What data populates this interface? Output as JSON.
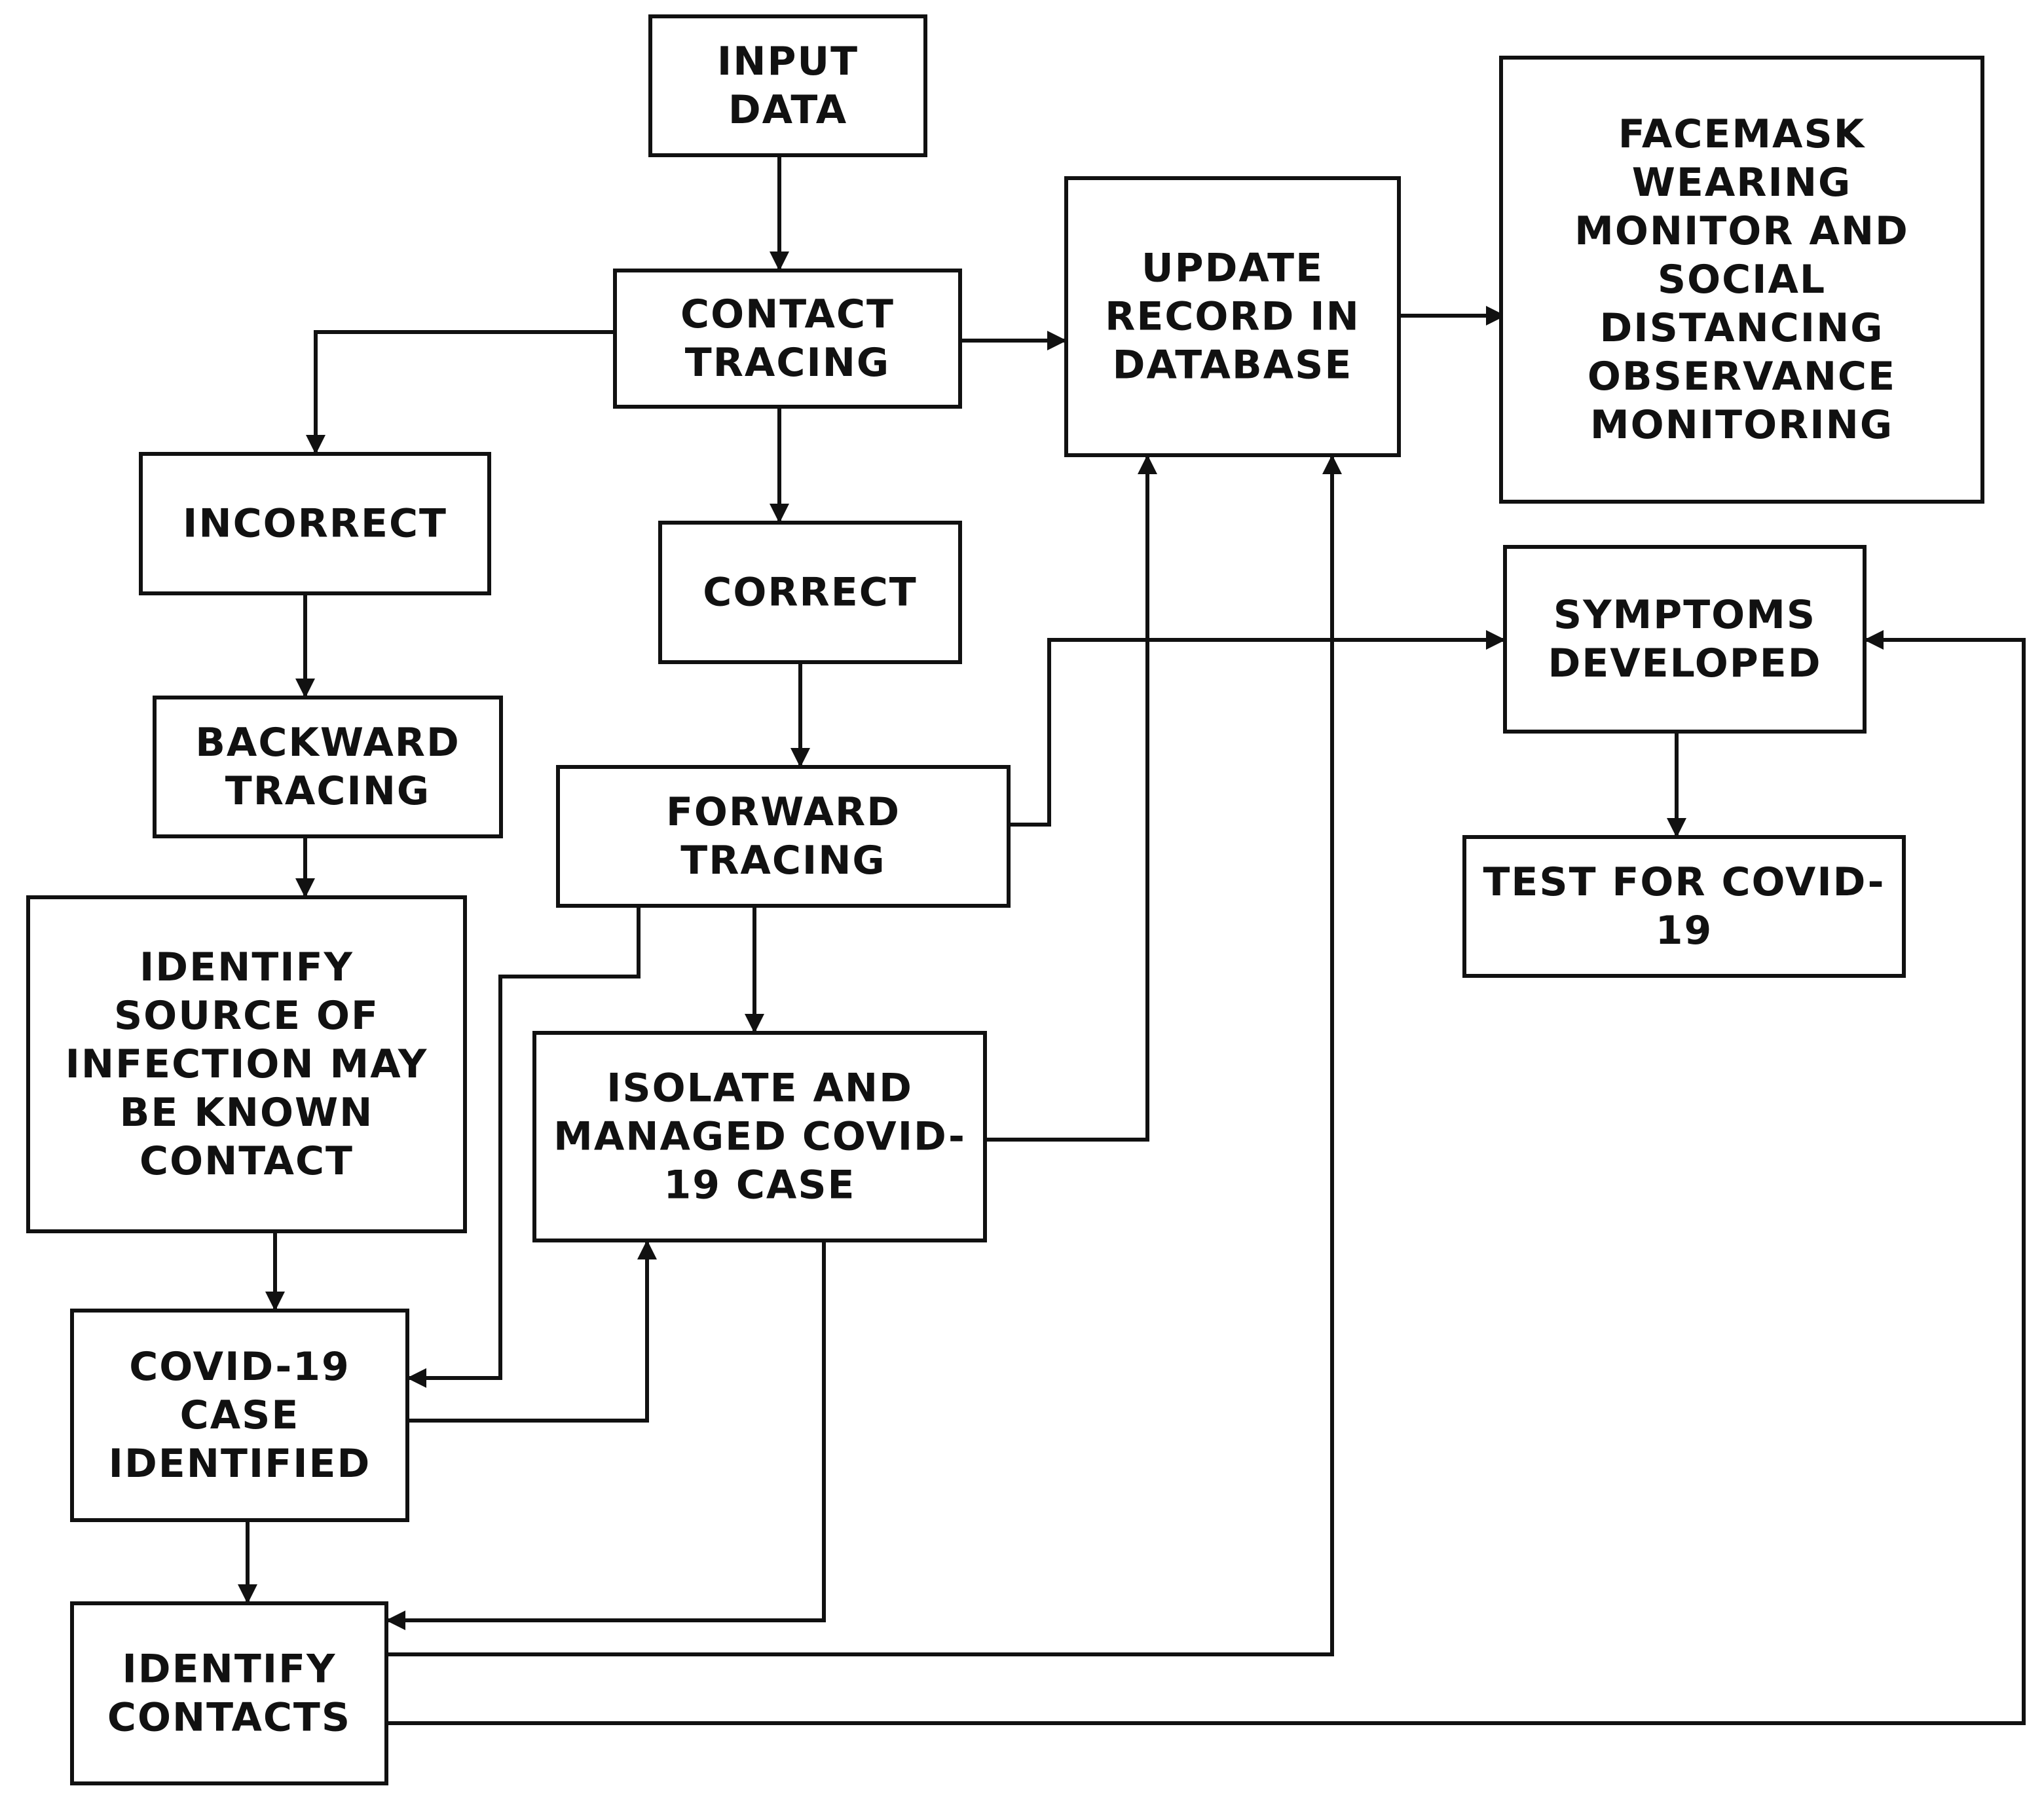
{
  "colors": {
    "line": "#111111",
    "box_fill": "#ffffff",
    "text": "#111111"
  },
  "nodes": {
    "input_data": [
      "INPUT",
      "DATA"
    ],
    "contact_tracing": [
      "CONTACT",
      "TRACING"
    ],
    "update_record": [
      "UPDATE",
      "RECORD IN",
      "DATABASE"
    ],
    "facemask_monitor": [
      "FACEMASK",
      "WEARING",
      "MONITOR AND",
      "SOCIAL",
      "DISTANCING",
      "OBSERVANCE",
      "MONITORING"
    ],
    "incorrect": [
      "INCORRECT"
    ],
    "correct": [
      "CORRECT"
    ],
    "symptoms_developed": [
      "SYMPTOMS",
      "DEVELOPED"
    ],
    "backward_tracing": [
      "BACKWARD",
      "TRACING"
    ],
    "forward_tracing": [
      "FORWARD",
      "TRACING"
    ],
    "test_for_covid": [
      "TEST FOR COVID-",
      "19"
    ],
    "identify_source": [
      "IDENTIFY",
      "SOURCE OF",
      "INFECTION MAY",
      "BE KNOWN",
      "CONTACT"
    ],
    "isolate_managed": [
      "ISOLATE AND",
      "MANAGED COVID-",
      "19 CASE"
    ],
    "covid_case_identified": [
      "COVID-19",
      "CASE",
      "IDENTIFIED"
    ],
    "identify_contacts": [
      "IDENTIFY",
      "CONTACTS"
    ]
  },
  "edges": [
    {
      "from": "input_data",
      "to": "contact_tracing"
    },
    {
      "from": "contact_tracing",
      "to": "update_record"
    },
    {
      "from": "contact_tracing",
      "to": "incorrect"
    },
    {
      "from": "contact_tracing",
      "to": "correct"
    },
    {
      "from": "update_record",
      "to": "facemask_monitor"
    },
    {
      "from": "incorrect",
      "to": "backward_tracing"
    },
    {
      "from": "correct",
      "to": "forward_tracing"
    },
    {
      "from": "backward_tracing",
      "to": "identify_source"
    },
    {
      "from": "forward_tracing",
      "to": "symptoms_developed"
    },
    {
      "from": "forward_tracing",
      "to": "isolate_managed"
    },
    {
      "from": "forward_tracing",
      "to": "covid_case_identified"
    },
    {
      "from": "symptoms_developed",
      "to": "test_for_covid"
    },
    {
      "from": "identify_source",
      "to": "covid_case_identified"
    },
    {
      "from": "isolate_managed",
      "to": "update_record"
    },
    {
      "from": "isolate_managed",
      "to": "identify_contacts"
    },
    {
      "from": "covid_case_identified",
      "to": "isolate_managed"
    },
    {
      "from": "covid_case_identified",
      "to": "identify_contacts"
    },
    {
      "from": "identify_contacts",
      "to": "update_record"
    },
    {
      "from": "identify_contacts",
      "to": "symptoms_developed"
    }
  ]
}
